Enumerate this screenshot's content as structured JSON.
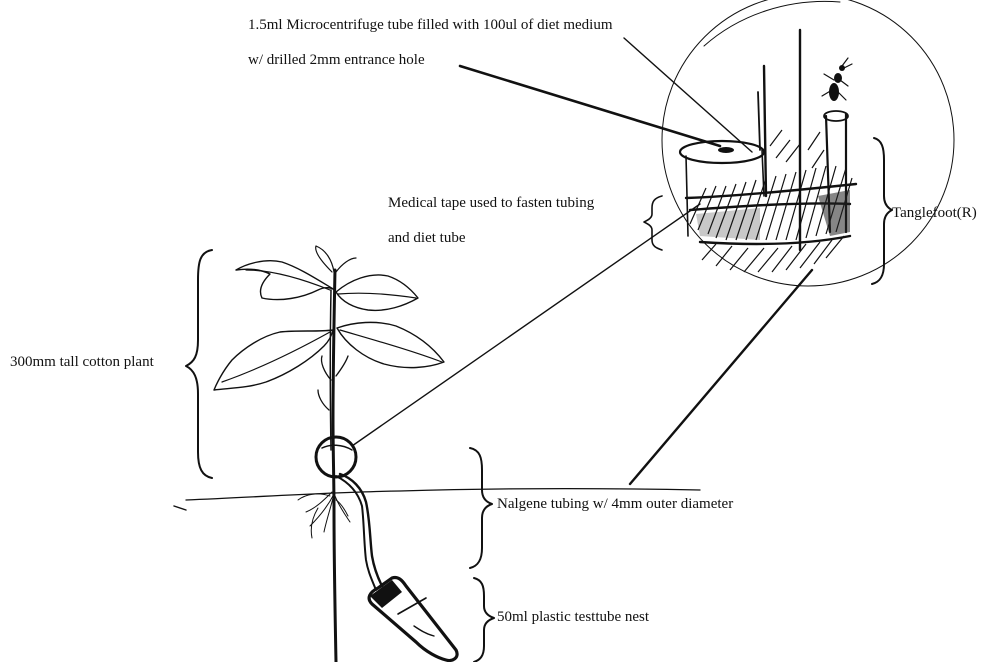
{
  "labels": {
    "tube_line1": "1.5ml Microcentrifuge tube filled with 100ul of diet medium",
    "tube_line2": "w/ drilled 2mm entrance hole",
    "tape_line1": "Medical tape used to fasten tubing",
    "tape_line2": "and diet tube",
    "tanglefoot": "Tanglefoot(R)",
    "plant": "300mm tall cotton plant",
    "nalgene": "Nalgene tubing w/ 4mm outer diameter",
    "nest": "50ml plastic testtube nest"
  },
  "icons": {
    "insect": "ant-icon",
    "detail_circle": "magnifier-circle",
    "test_tube": "test-tube-icon"
  },
  "colors": {
    "ink": "#111111",
    "background": "#ffffff"
  }
}
